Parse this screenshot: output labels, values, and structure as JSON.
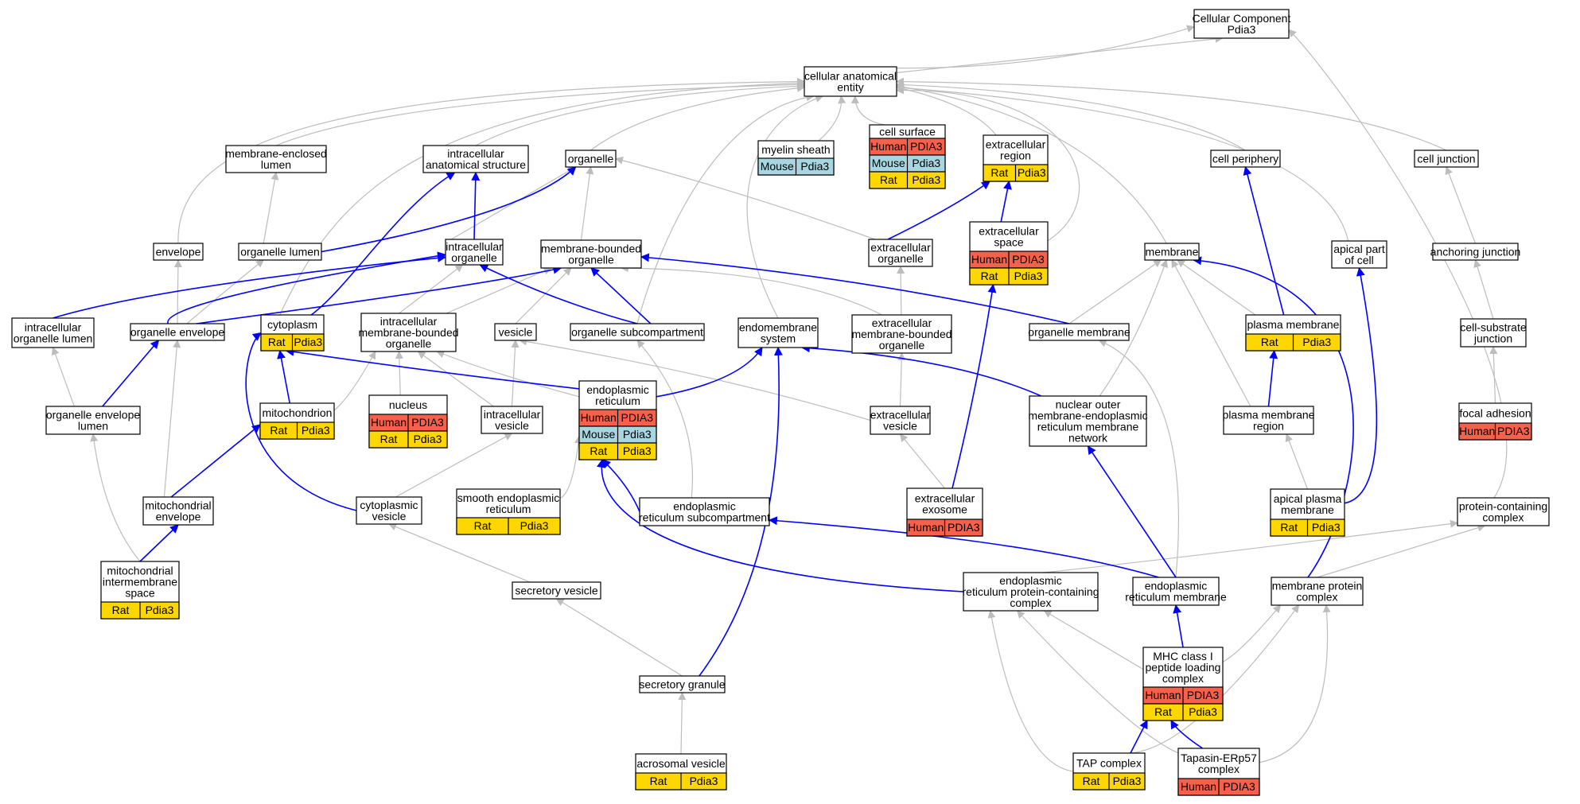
{
  "colors": {
    "human": "#f7604a",
    "mouse": "#a7d6e0",
    "rat": "#ffd700",
    "edge_gray": "#bdbdbd",
    "edge_blue": "#0000ff"
  },
  "nodes": {
    "cc": {
      "lines": [
        "Cellular Component",
        "Pdia3"
      ]
    },
    "cae": {
      "lines": [
        "cellular anatomical",
        "entity"
      ]
    },
    "myelin": {
      "lines": [
        "myelin sheath"
      ],
      "orgs": [
        [
          "Mouse",
          "Pdia3"
        ]
      ]
    },
    "cellsurface": {
      "lines": [
        "cell surface"
      ],
      "orgs": [
        [
          "Human",
          "PDIA3"
        ],
        [
          "Mouse",
          "Pdia3"
        ],
        [
          "Rat",
          "Pdia3"
        ]
      ]
    },
    "extreg": {
      "lines": [
        "extracellular",
        "region"
      ],
      "orgs": [
        [
          "Rat",
          "Pdia3"
        ]
      ]
    },
    "mel": {
      "lines": [
        "membrane-enclosed",
        "lumen"
      ]
    },
    "ias": {
      "lines": [
        "intracellular",
        "anatomical structure"
      ]
    },
    "organelle": {
      "lines": [
        "organelle"
      ]
    },
    "cellperiph": {
      "lines": [
        "cell periphery"
      ]
    },
    "celljunc": {
      "lines": [
        "cell junction"
      ]
    },
    "envelope": {
      "lines": [
        "envelope"
      ]
    },
    "orglumen": {
      "lines": [
        "organelle lumen"
      ]
    },
    "intraorg": {
      "lines": [
        "intracellular",
        "organelle"
      ]
    },
    "mbo": {
      "lines": [
        "membrane-bounded",
        "organelle"
      ]
    },
    "extorg": {
      "lines": [
        "extracellular",
        "organelle"
      ]
    },
    "extspace": {
      "lines": [
        "extracellular",
        "space"
      ],
      "orgs": [
        [
          "Human",
          "PDIA3"
        ],
        [
          "Rat",
          "Pdia3"
        ]
      ]
    },
    "membrane": {
      "lines": [
        "membrane"
      ]
    },
    "apical": {
      "lines": [
        "apical part",
        "of cell"
      ]
    },
    "anchjunc": {
      "lines": [
        "anchoring junction"
      ]
    },
    "iol": {
      "lines": [
        "intracellular",
        "organelle lumen"
      ]
    },
    "orgenv": {
      "lines": [
        "organelle envelope"
      ]
    },
    "cytoplasm": {
      "lines": [
        "cytoplasm"
      ],
      "orgs": [
        [
          "Rat",
          "Pdia3"
        ]
      ]
    },
    "imbo": {
      "lines": [
        "intracellular",
        "membrane-bounded",
        "organelle"
      ]
    },
    "vesicle": {
      "lines": [
        "vesicle"
      ]
    },
    "orgsub": {
      "lines": [
        "organelle subcompartment"
      ]
    },
    "endosys": {
      "lines": [
        "endomembrane",
        "system"
      ]
    },
    "embo": {
      "lines": [
        "extracellular",
        "membrane-bounded",
        "organelle"
      ]
    },
    "orgmem": {
      "lines": [
        "organelle membrane"
      ]
    },
    "pm": {
      "lines": [
        "plasma membrane"
      ],
      "orgs": [
        [
          "Rat",
          "Pdia3"
        ]
      ]
    },
    "csj": {
      "lines": [
        "cell-substrate",
        "junction"
      ]
    },
    "oel": {
      "lines": [
        "organelle envelope",
        "lumen"
      ]
    },
    "mito": {
      "lines": [
        "mitochondrion"
      ],
      "orgs": [
        [
          "Rat",
          "Pdia3"
        ]
      ]
    },
    "nucleus": {
      "lines": [
        "nucleus"
      ],
      "orgs": [
        [
          "Human",
          "PDIA3"
        ],
        [
          "Rat",
          "Pdia3"
        ]
      ]
    },
    "iv": {
      "lines": [
        "intracellular",
        "vesicle"
      ]
    },
    "er": {
      "lines": [
        "endoplasmic",
        "reticulum"
      ],
      "orgs": [
        [
          "Human",
          "PDIA3"
        ],
        [
          "Mouse",
          "Pdia3"
        ],
        [
          "Rat",
          "Pdia3"
        ]
      ]
    },
    "ev": {
      "lines": [
        "extracellular",
        "vesicle"
      ]
    },
    "nomer": {
      "lines": [
        "nuclear outer",
        "membrane-endoplasmic",
        "reticulum membrane",
        "network"
      ]
    },
    "pmr": {
      "lines": [
        "plasma membrane",
        "region"
      ]
    },
    "focal": {
      "lines": [
        "focal adhesion"
      ],
      "orgs": [
        [
          "Human",
          "PDIA3"
        ]
      ]
    },
    "mitoenv": {
      "lines": [
        "mitochondrial",
        "envelope"
      ]
    },
    "cytoves": {
      "lines": [
        "cytoplasmic",
        "vesicle"
      ]
    },
    "ser": {
      "lines": [
        "smooth endoplasmic",
        "reticulum"
      ],
      "orgs": [
        [
          "Rat",
          "Pdia3"
        ]
      ]
    },
    "ersub": {
      "lines": [
        "endoplasmic",
        "reticulum subcompartment"
      ]
    },
    "exosome": {
      "lines": [
        "extracellular",
        "exosome"
      ],
      "orgs": [
        [
          "Human",
          "PDIA3"
        ]
      ]
    },
    "apm": {
      "lines": [
        "apical plasma",
        "membrane"
      ],
      "orgs": [
        [
          "Rat",
          "Pdia3"
        ]
      ]
    },
    "pcc": {
      "lines": [
        "protein-containing",
        "complex"
      ]
    },
    "mims": {
      "lines": [
        "mitochondrial",
        "intermembrane",
        "space"
      ],
      "orgs": [
        [
          "Rat",
          "Pdia3"
        ]
      ]
    },
    "secves": {
      "lines": [
        "secretory vesicle"
      ]
    },
    "erpcc": {
      "lines": [
        "endoplasmic",
        "reticulum protein-containing",
        "complex"
      ]
    },
    "erm": {
      "lines": [
        "endoplasmic",
        "reticulum membrane"
      ]
    },
    "mpc": {
      "lines": [
        "membrane protein",
        "complex"
      ]
    },
    "mhc": {
      "lines": [
        "MHC class I",
        "peptide loading",
        "complex"
      ],
      "orgs": [
        [
          "Human",
          "PDIA3"
        ],
        [
          "Rat",
          "Pdia3"
        ]
      ]
    },
    "secgran": {
      "lines": [
        "secretory granule"
      ]
    },
    "acro": {
      "lines": [
        "acrosomal vesicle"
      ],
      "orgs": [
        [
          "Rat",
          "Pdia3"
        ]
      ]
    },
    "tap": {
      "lines": [
        "TAP complex"
      ],
      "orgs": [
        [
          "Rat",
          "Pdia3"
        ]
      ]
    },
    "tapasin": {
      "lines": [
        "Tapasin-ERp57",
        "complex"
      ],
      "orgs": [
        [
          "Human",
          "PDIA3"
        ]
      ]
    }
  }
}
